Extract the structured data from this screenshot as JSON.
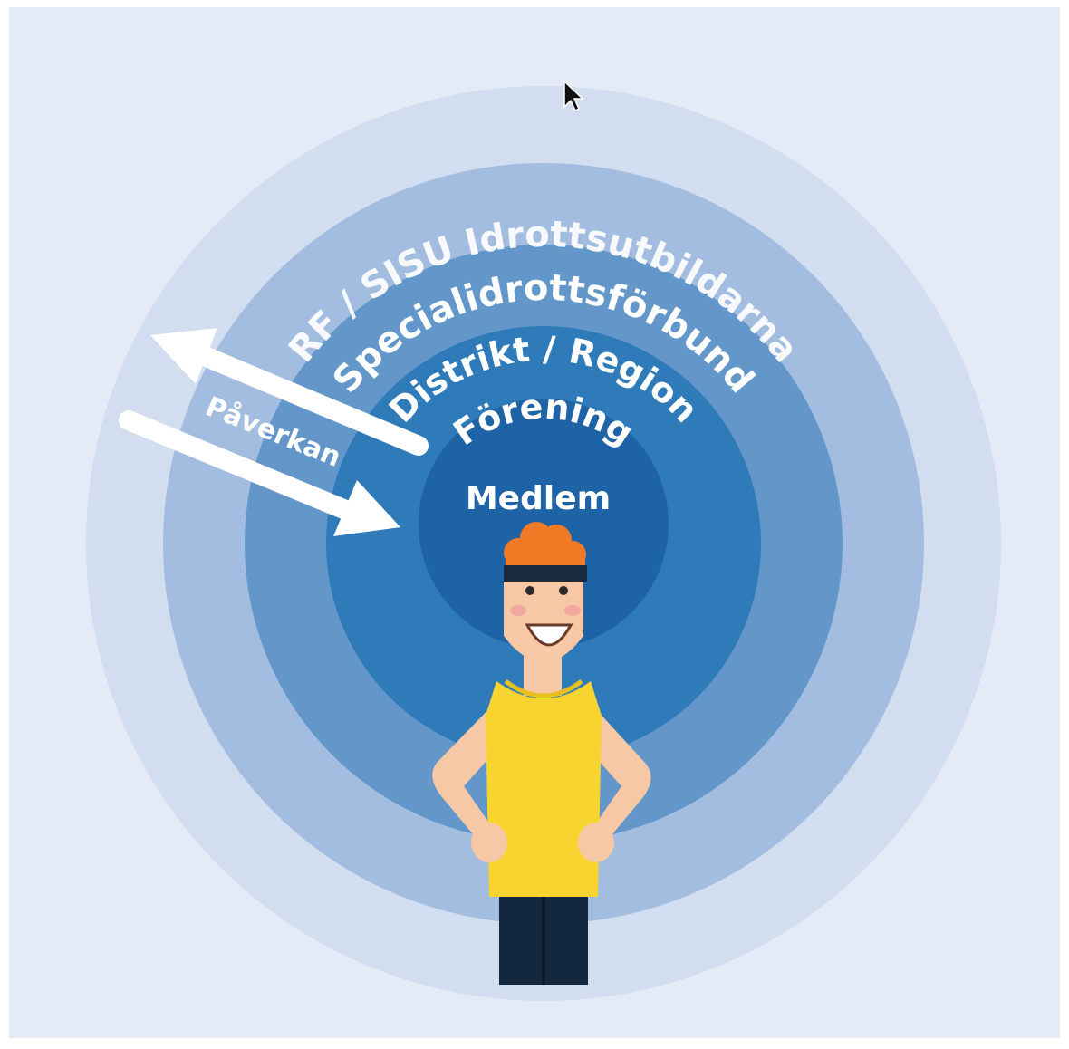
{
  "diagram": {
    "rings": [
      {
        "id": "rf",
        "label": "RF / SISU Idrottsutbildarna",
        "color": "#d2ddef"
      },
      {
        "id": "sf",
        "label": "Specialidrottsförbund",
        "color": "#a3bde0"
      },
      {
        "id": "dr",
        "label": "Distrikt / Region",
        "color": "#6396c9"
      },
      {
        "id": "fo",
        "label": "Förening",
        "color": "#2f7bb9"
      },
      {
        "id": "me",
        "label": "Medlem",
        "color": "#1f63a7"
      }
    ],
    "background_color": "#e4eaf6",
    "arrow_label": "Påverkan",
    "arrow_color": "#ffffff"
  }
}
